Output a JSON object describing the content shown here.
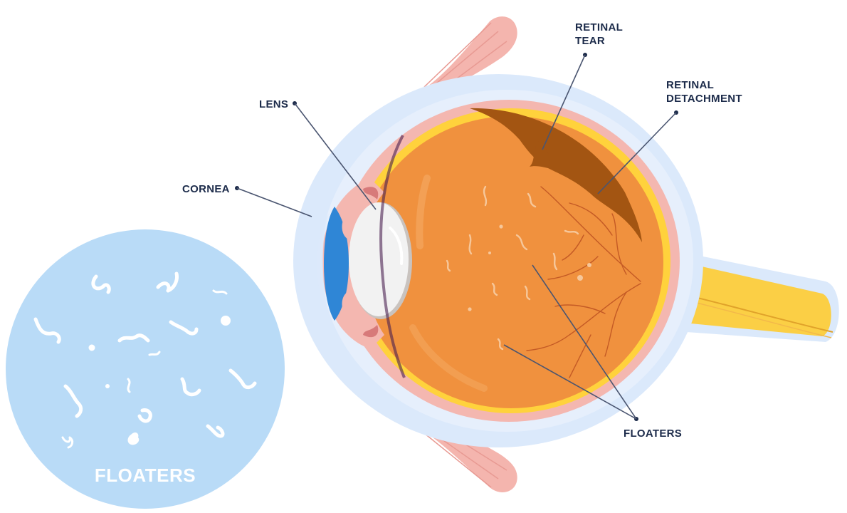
{
  "diagram": {
    "labels": {
      "retinal_tear": [
        "RETINAL",
        "TEAR"
      ],
      "retinal_detachment": [
        "RETINAL",
        "DETACHMENT"
      ],
      "lens": "LENS",
      "cornea": "CORNEA",
      "floaters": "FLOATERS"
    },
    "inset": {
      "title": "FLOATERS"
    },
    "colors": {
      "inset_fill": "#b9dbf7",
      "eye_outer_glow": "#dbe9fb",
      "sclera_pink": "#f4b7b0",
      "retina_yellow": "#ffd23c",
      "vitreous_orange": "#f0913e",
      "detached_brown": "#a35512",
      "optic_nerve": "#fbcf45",
      "iris_blue": "#2f86d6",
      "lens_white": "#f2f2f2",
      "label_text": "#1c2b4a"
    }
  }
}
